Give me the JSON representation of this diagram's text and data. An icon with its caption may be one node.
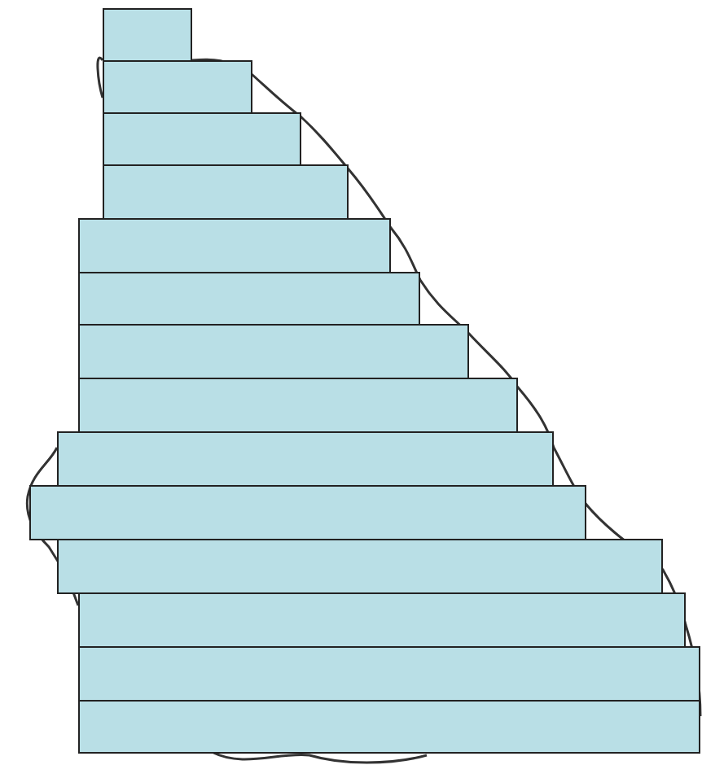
{
  "diagram": {
    "nodes": [
      {
        "text": [],
        "shape": "bar"
      },
      {
        "text": [],
        "shape": "bar"
      },
      {
        "text": [],
        "shape": "bar"
      },
      {
        "text": [],
        "shape": "bar"
      },
      {
        "text": [],
        "shape": "bar"
      },
      {
        "text": [],
        "shape": "bar"
      },
      {
        "text": [],
        "shape": "bar"
      },
      {
        "text": [],
        "shape": "bar"
      },
      {
        "text": [],
        "shape": "bar"
      },
      {
        "text": [],
        "shape": "bar"
      },
      {
        "text": [],
        "shape": "bar"
      },
      {
        "text": [],
        "shape": "bar"
      },
      {
        "text": [],
        "shape": "bar"
      },
      {
        "text": [],
        "shape": "bar"
      }
    ]
  }
}
